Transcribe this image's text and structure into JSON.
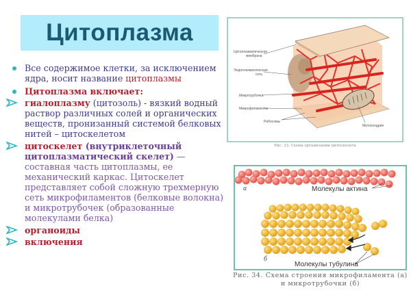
{
  "title": "Цитоплазма",
  "colors": {
    "title_bg": "#b3ecfa",
    "title_text": "#1a5a72",
    "bullet_accent": "#2bb5c7",
    "body_navy": "#3d3a8e",
    "highlight_red": "#b51f2e",
    "body_purple": "#7c55a7",
    "figure_border": "#6cbfa9"
  },
  "content": {
    "item1": {
      "text": "Все содержимое клетки, за исключением ядра, носит название ",
      "highlight": "цитоплазмы"
    },
    "item2": {
      "text": "Цитоплазма включает:"
    },
    "item3": {
      "term": "гиалоплазму",
      "text": "  (цитозоль) - вязкий водный раствор различных солей и органических веществ, пронизанный системой белковых нитей – цитоскелетом"
    },
    "item4": {
      "term": "цитоскелет",
      "bold_text": " (внутриклеточный цитоплазматический скелет)",
      "text": " — составная часть цитоплазмы, ее механический каркас. Цитоскелет представляет собой сложную трехмерную сеть микрофиламентов (белковые волокна)  и микротрубочек (образованные молекулами белка)"
    },
    "item5": {
      "term": "органоиды"
    },
    "item6": {
      "term": "включения"
    }
  },
  "figure1": {
    "labels": {
      "membrane_1": "Цитоплазматическая",
      "membrane_2": "мембрана",
      "er_1": "Эндоплазматическая",
      "er_2": "сеть",
      "microtubule": "Микротрубочка",
      "microfilaments": "Микрофиламенты",
      "ribosomes": "Рибосомы",
      "mitochondrion": "Митохондрия"
    },
    "caption": "Рис. 33. Схема организации цитоскелета"
  },
  "figure2": {
    "labels": {
      "a": "а",
      "b": "б",
      "actin": "Молекулы актина",
      "tubulin": "Молекулы тубулина"
    },
    "caption_line1": "Рис. 34. Схема строения микрофиламента (а)",
    "caption_line2": "и микротрубочки (б)"
  }
}
